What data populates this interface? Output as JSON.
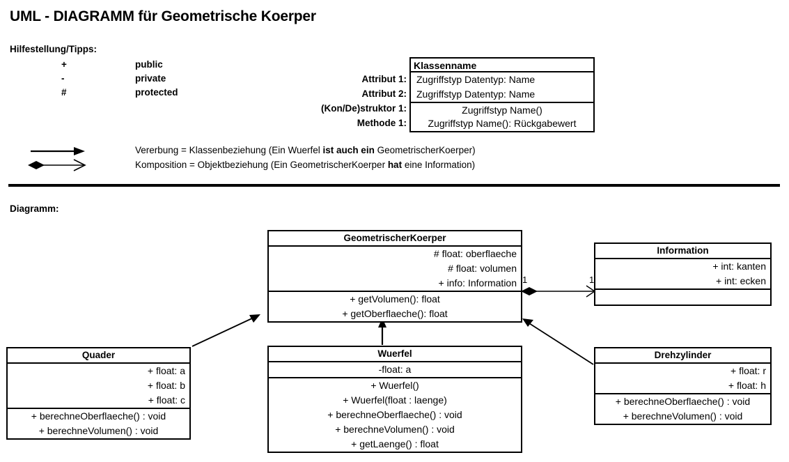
{
  "document": {
    "title": "UML - DIAGRAMM für Geometrische Koerper",
    "hints_label": "Hilfestellung/Tipps:",
    "diagram_label": "Diagramm:"
  },
  "visibility_legend": [
    {
      "symbol": "+",
      "meaning": "public"
    },
    {
      "symbol": "-",
      "meaning": "private"
    },
    {
      "symbol": "#",
      "meaning": "protected"
    }
  ],
  "legend_class": {
    "captions": [
      "Attribut 1:",
      "Attribut 2:",
      "(Kon/De)struktor 1:",
      "Methode 1:"
    ],
    "name": "Klassenname",
    "attributes": [
      "Zugriffstyp Datentyp:  Name",
      "Zugriffstyp Datentyp:  Name"
    ],
    "methods": [
      "Zugriffstyp Name()",
      "Zugriffstyp Name():  Rückgabewert"
    ]
  },
  "relation_legend": [
    {
      "icon": "inheritance-arrow-icon",
      "prefix": "Vererbung = Klassenbeziehung (Ein Wuerfel ",
      "bold": "ist auch ein",
      "suffix": " GeometrischerKoerper)"
    },
    {
      "icon": "composition-arrow-icon",
      "prefix": "Komposition = Objektbeziehung (Ein GeometrischerKoerper ",
      "bold": "hat",
      "suffix": " eine Information)"
    }
  ],
  "classes": {
    "geometrischer_koerper": {
      "name": "GeometrischerKoerper",
      "attributes": [
        "# float:  oberflaeche",
        "# float:  volumen",
        "+ info:  Information"
      ],
      "methods": [
        "+ getVolumen(): float",
        "+ getOberflaeche(): float"
      ]
    },
    "information": {
      "name": "Information",
      "attributes": [
        "+ int:   kanten",
        "+ int:   ecken"
      ],
      "methods": []
    },
    "quader": {
      "name": "Quader",
      "attributes": [
        "+ float: a",
        "+ float: b",
        "+ float: c"
      ],
      "methods": [
        "+ berechneOberflaeche() : void",
        "+ berechneVolumen() : void"
      ]
    },
    "wuerfel": {
      "name": "Wuerfel",
      "attributes": [
        "-float: a"
      ],
      "methods": [
        "+ Wuerfel()",
        "+ Wuerfel(float : laenge)",
        "+ berechneOberflaeche() : void",
        "+ berechneVolumen() : void",
        "+ getLaenge() : float"
      ]
    },
    "drehzylinder": {
      "name": "Drehzylinder",
      "attributes": [
        "+ float: r",
        "+ float: h"
      ],
      "methods": [
        "+ berechneOberflaeche() : void",
        "+ berechneVolumen() : void"
      ]
    }
  },
  "multiplicities": {
    "source": "1",
    "target": "1"
  },
  "colors": {
    "line": "#000000",
    "background": "#ffffff",
    "text": "#000000"
  }
}
